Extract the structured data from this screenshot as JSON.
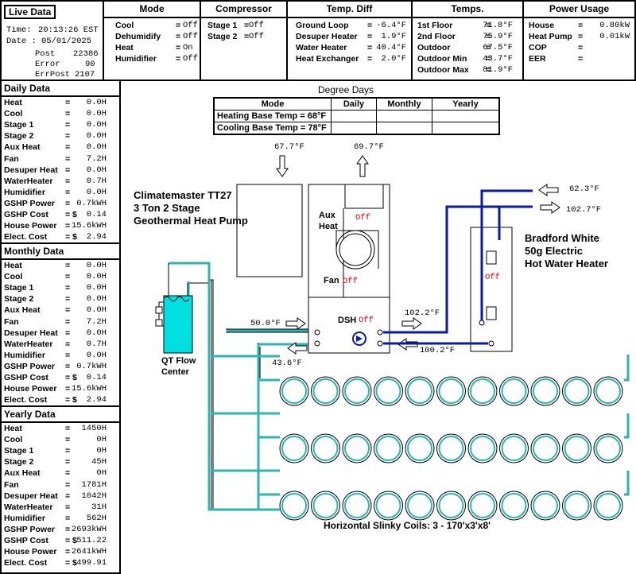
{
  "live": {
    "title": "Live Data",
    "time_label": "Time:",
    "time": "20:13:26 EST",
    "date_label": "Date :",
    "date": "05/01/2025",
    "post_label": "Post",
    "post": "22386",
    "error_label": "Error",
    "error": "90",
    "errpost_label": "ErrPost",
    "errpost": "2107"
  },
  "mode": {
    "title": "Mode",
    "rows": [
      {
        "label": "Cool",
        "value": "Off"
      },
      {
        "label": "Dehumidify",
        "value": "Off"
      },
      {
        "label": "Heat",
        "value": "On"
      },
      {
        "label": "Humidifier",
        "value": "Off"
      }
    ]
  },
  "compressor": {
    "title": "Compressor",
    "rows": [
      {
        "label": "Stage 1",
        "value": "Off"
      },
      {
        "label": "Stage 2",
        "value": "Off"
      }
    ]
  },
  "tempdiff": {
    "title": "Temp. Diff",
    "rows": [
      {
        "label": "Ground Loop",
        "value": "-6.4°F"
      },
      {
        "label": "Desuper Heater",
        "value": "1.9°F"
      },
      {
        "label": "Water Heater",
        "value": "40.4°F"
      },
      {
        "label": "Heat Exchanger",
        "value": "2.0°F"
      }
    ]
  },
  "temps": {
    "title": "Temps.",
    "rows": [
      {
        "label": "1st Floor",
        "value": "71.8°F"
      },
      {
        "label": "2nd Floor",
        "value": "75.9°F"
      },
      {
        "label": "Outdoor",
        "value": "67.5°F"
      },
      {
        "label": "Outdoor Min",
        "value": "43.7°F"
      },
      {
        "label": "Outdoor Max",
        "value": "81.9°F"
      }
    ]
  },
  "power": {
    "title": "Power Usage",
    "rows": [
      {
        "label": "House",
        "value": "0.80kW"
      },
      {
        "label": "Heat Pump",
        "value": "0.01kW"
      },
      {
        "label": "COP",
        "value": ""
      },
      {
        "label": "EER",
        "value": ""
      }
    ]
  },
  "daily": {
    "title": "Daily Data",
    "rows": [
      {
        "label": "Heat",
        "eq": "=",
        "value": "0.0H"
      },
      {
        "label": "Cool",
        "eq": "=",
        "value": "0.0H"
      },
      {
        "label": "Stage 1",
        "eq": "=",
        "value": "0.0H"
      },
      {
        "label": "Stage 2",
        "eq": "=",
        "value": "0.0H"
      },
      {
        "label": "Aux Heat",
        "eq": "=",
        "value": "0.0H"
      },
      {
        "label": "Fan",
        "eq": "=",
        "value": "7.2H"
      },
      {
        "label": "Desuper Heat",
        "eq": "=",
        "value": "0.0H"
      },
      {
        "label": "WaterHeater",
        "eq": "=",
        "value": "0.7H"
      },
      {
        "label": "Humidifier",
        "eq": "=",
        "value": "0.0H"
      },
      {
        "label": "GSHP Power",
        "eq": "=",
        "value": "0.7kWH"
      },
      {
        "label": "GSHP Cost",
        "eq": "= $",
        "value": "0.14"
      },
      {
        "label": "House Power",
        "eq": "=",
        "value": "15.6kWH"
      },
      {
        "label": "Elect. Cost",
        "eq": "= $",
        "value": "2.94"
      }
    ]
  },
  "monthly": {
    "title": "Monthly Data",
    "rows": [
      {
        "label": "Heat",
        "eq": "=",
        "value": "0.0H"
      },
      {
        "label": "Cool",
        "eq": "=",
        "value": "0.0H"
      },
      {
        "label": "Stage 1",
        "eq": "=",
        "value": "0.0H"
      },
      {
        "label": "Stage 2",
        "eq": "=",
        "value": "0.0H"
      },
      {
        "label": "Aux Heat",
        "eq": "=",
        "value": "0.0H"
      },
      {
        "label": "Fan",
        "eq": "=",
        "value": "7.2H"
      },
      {
        "label": "Desuper Heat",
        "eq": "=",
        "value": "0.0H"
      },
      {
        "label": "WaterHeater",
        "eq": "=",
        "value": "0.7H"
      },
      {
        "label": "Humidifier",
        "eq": "=",
        "value": "0.0H"
      },
      {
        "label": "GSHP Power",
        "eq": "=",
        "value": "0.7kWH"
      },
      {
        "label": "GSHP Cost",
        "eq": "= $",
        "value": "0.14"
      },
      {
        "label": "House Power",
        "eq": "=",
        "value": "15.6kWH"
      },
      {
        "label": "Elect. Cost",
        "eq": "= $",
        "value": "2.94"
      }
    ]
  },
  "yearly": {
    "title": "Yearly Data",
    "rows": [
      {
        "label": "Heat",
        "eq": "=",
        "value": "1450H"
      },
      {
        "label": "Cool",
        "eq": "=",
        "value": "0H"
      },
      {
        "label": "Stage 1",
        "eq": "=",
        "value": "0H"
      },
      {
        "label": "Stage 2",
        "eq": "=",
        "value": "45H"
      },
      {
        "label": "Aux Heat",
        "eq": "=",
        "value": "0H"
      },
      {
        "label": "Fan",
        "eq": "=",
        "value": "1781H"
      },
      {
        "label": "Desuper Heat",
        "eq": "=",
        "value": "1042H"
      },
      {
        "label": "WaterHeater",
        "eq": "=",
        "value": "31H"
      },
      {
        "label": "Humidifier",
        "eq": "=",
        "value": "562H"
      },
      {
        "label": "GSHP Power",
        "eq": "=",
        "value": "2693kWH"
      },
      {
        "label": "GSHP Cost",
        "eq": "= $",
        "value": "511.22"
      },
      {
        "label": "House Power",
        "eq": "=",
        "value": "2641kWH"
      },
      {
        "label": "Elect. Cost",
        "eq": "= $",
        "value": "499.91"
      }
    ]
  },
  "degree_days": {
    "title": "Degree Days",
    "headers": [
      "Mode",
      "Daily",
      "Monthly",
      "Yearly"
    ],
    "rows": [
      {
        "label": "Heating Base Temp = 68°F",
        "daily": "",
        "monthly": "",
        "yearly": ""
      },
      {
        "label": "Cooling Base Temp = 78°F",
        "daily": "",
        "monthly": "",
        "yearly": ""
      }
    ]
  },
  "diagram": {
    "heatpump_name": "Climatemaster TT27",
    "heatpump_desc1": "3 Ton 2 Stage",
    "heatpump_desc2": "Geothermal Heat Pump",
    "aux_label1": "Aux",
    "aux_label2": "Heat",
    "aux_status": "Off",
    "fan_label": "Fan",
    "fan_status": "Off",
    "dsh_label": "DSH",
    "dsh_status": "Off",
    "return_air_temp": "67.7°F",
    "supply_air_temp": "69.7°F",
    "loop_in_temp": "50.0°F",
    "loop_out_temp": "43.6°F",
    "dsh_out_temp": "102.2°F",
    "dsh_in_temp": "100.2°F",
    "cold_water_temp": "62.3°F",
    "hot_water_temp": "102.7°F",
    "water_heater_name1": "Bradford White",
    "water_heater_name2": "50g Electric",
    "water_heater_name3": "Hot Water Heater",
    "water_heater_status": "Off",
    "flow_center1": "QT Flow",
    "flow_center2": "Center",
    "coils_label": "Horizontal Slinky Coils: 3 - 170'x3'x8'",
    "colors": {
      "loop": "#2fb3b3",
      "flow_center": "#00e0e0",
      "water": "#0a1aa8",
      "status": "#d00000"
    }
  }
}
